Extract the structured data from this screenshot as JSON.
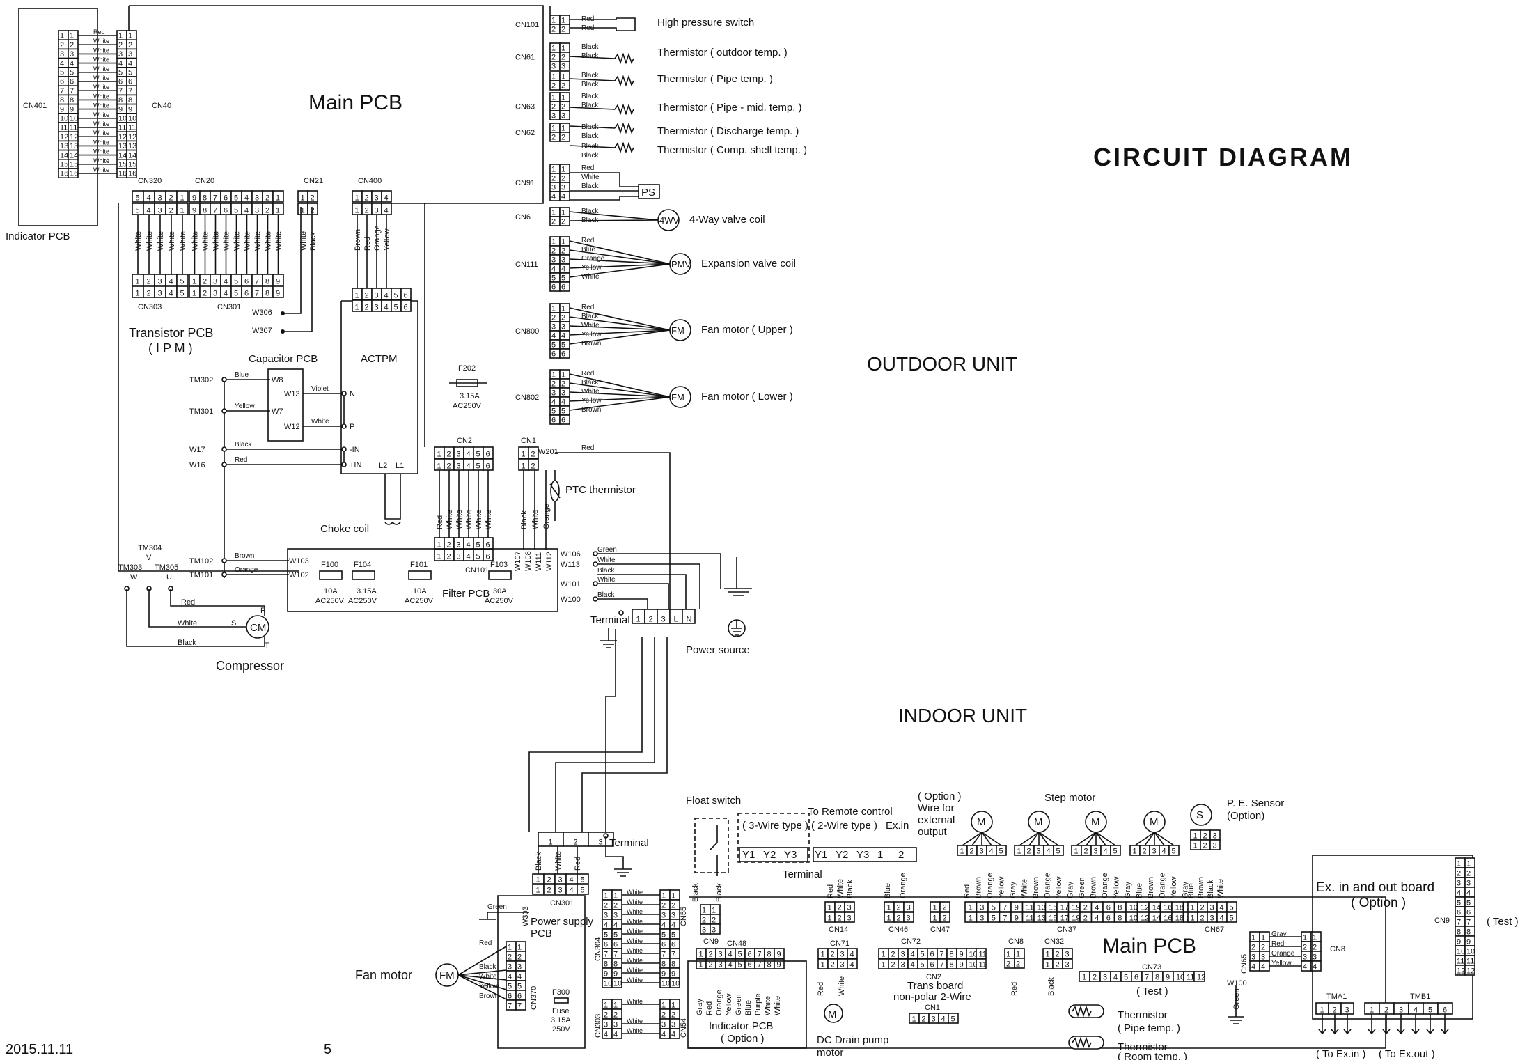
{
  "title": "CIRCUIT DIAGRAM",
  "sections": {
    "outdoor": "OUTDOOR UNIT",
    "indoor": "INDOOR UNIT"
  },
  "footer": {
    "date": "2015.11.11",
    "page": "5"
  },
  "outdoor": {
    "main_pcb": "Main PCB",
    "indicator_pcb": "Indicator PCB",
    "cn401": "CN401",
    "cn40": "CN40",
    "cn40_wires": [
      "Red",
      "White",
      "White",
      "White",
      "White",
      "White",
      "White",
      "White",
      "White",
      "White",
      "White",
      "White",
      "White",
      "White",
      "White",
      "White"
    ],
    "connectors_top": [
      {
        "name": "CN320",
        "pins": [
          "5",
          "4",
          "3",
          "2",
          "1"
        ]
      },
      {
        "name": "CN20",
        "pins": [
          "9",
          "8",
          "7",
          "6",
          "5",
          "4",
          "3",
          "2",
          "1"
        ]
      },
      {
        "name": "CN21",
        "pins": [
          "1",
          "2"
        ]
      },
      {
        "name": "CN400",
        "pins": [
          "1",
          "2",
          "3",
          "4"
        ]
      }
    ],
    "cn320_wires": [
      "White",
      "White",
      "White",
      "White",
      "White"
    ],
    "cn20_wires": [
      "White",
      "White",
      "White",
      "White",
      "White",
      "White",
      "White",
      "White",
      "White"
    ],
    "cn21_wires": [
      "White",
      "Black"
    ],
    "cn400_wires": [
      "Brown",
      "Red",
      "Orange",
      "Yellow"
    ],
    "transistor_pcb": [
      "Transistor PCB",
      "( I P M )"
    ],
    "cn303": "CN303",
    "cn301": "CN301",
    "w306": "W306",
    "w307": "W307",
    "capacitor_pcb": "Capacitor PCB",
    "actpm": "ACTPM",
    "terminals_left": [
      "TM302",
      "TM301",
      "W17",
      "W16",
      "TM102",
      "TM101"
    ],
    "cap_terms": [
      "W8",
      "W13",
      "W7",
      "W12"
    ],
    "actpm_terms": [
      "N",
      "P",
      "-IN",
      "+IN"
    ],
    "wire_blue": "Blue",
    "wire_yellow": "Yellow",
    "wire_violet": "Violet",
    "wire_white": "White",
    "wire_black": "Black",
    "wire_red": "Red",
    "wire_brown": "Brown",
    "wire_orange": "Orange",
    "wire_green": "Green",
    "choke": "Choke coil",
    "l2": "L2",
    "l1": "L1",
    "f202": [
      "F202",
      "3.15A",
      "AC250V"
    ],
    "cn2": "CN2",
    "cn1": "CN1",
    "cn101": "CN101",
    "w201": "W201",
    "ptc": "PTC thermistor",
    "filter_pcb": "Filter PCB",
    "fuses": [
      {
        "name": "F100",
        "rating": "10A",
        "volt": "AC250V"
      },
      {
        "name": "F104",
        "rating": "3.15A",
        "volt": "AC250V"
      },
      {
        "name": "F101",
        "rating": "10A",
        "volt": "AC250V"
      },
      {
        "name": "F103",
        "rating": "30A",
        "volt": "AC250V"
      }
    ],
    "w_terms": [
      "W103",
      "W102",
      "W107",
      "W108",
      "W111",
      "W112",
      "W106",
      "W113",
      "W101",
      "W100"
    ],
    "tm_uvw": [
      "TM304",
      "V",
      "TM303",
      "TM305",
      "W",
      "U"
    ],
    "compressor": "Compressor",
    "cm": "CM",
    "rst": [
      "R",
      "S",
      "T"
    ],
    "terminal": "Terminal",
    "term_pins": [
      "1",
      "2",
      "3",
      "L",
      "N"
    ],
    "power_source": "Power source",
    "right_connectors": [
      {
        "name": "CN101",
        "label": "High pressure switch",
        "wires": [
          "Red",
          "Red"
        ]
      },
      {
        "name": "CN61",
        "label": "Thermistor ( outdoor temp. )",
        "wires": [
          "Black",
          "Black"
        ]
      },
      {
        "name": "",
        "label": "Thermistor ( Pipe temp. )",
        "wires": [
          "Black",
          "Black"
        ]
      },
      {
        "name": "CN63",
        "label": "Thermistor ( Pipe - mid. temp. )",
        "wires": [
          "Black",
          "Black"
        ]
      },
      {
        "name": "CN62",
        "label": "Thermistor ( Discharge temp. )",
        "wires": [
          "Black",
          "Black"
        ]
      },
      {
        "name": "",
        "label": "Thermistor ( Comp. shell temp. )",
        "wires": [
          "Black",
          "Black"
        ]
      },
      {
        "name": "CN91",
        "label": "PS",
        "wires": [
          "Red",
          "White",
          "Black"
        ]
      },
      {
        "name": "CN6",
        "label": "4-Way valve coil",
        "sym": "4WV",
        "wires": [
          "Black",
          "Black"
        ]
      },
      {
        "name": "CN111",
        "label": "Expansion valve coil",
        "sym": "PMV",
        "wires": [
          "Red",
          "Blue",
          "Orange",
          "Yellow",
          "White"
        ]
      },
      {
        "name": "CN800",
        "label": "Fan motor ( Upper )",
        "sym": "FM",
        "wires": [
          "Red",
          "Black",
          "White",
          "Yellow",
          "Brown"
        ]
      },
      {
        "name": "CN802",
        "label": "Fan motor ( Lower )",
        "sym": "FM",
        "wires": [
          "Red",
          "Black",
          "White",
          "Yellow",
          "Brown"
        ]
      }
    ]
  },
  "indoor": {
    "main_pcb": "Main PCB",
    "power_pcb": [
      "Power supply",
      "PCB"
    ],
    "fan_motor": "Fan motor",
    "fm": "FM",
    "cn370": "CN370",
    "cn301": "CN301",
    "cn304": "CN304",
    "cn303": "CN303",
    "cn55": "CN55",
    "cn54": "CN54",
    "w303": "W303",
    "fuse": [
      "F300",
      "Fuse",
      "3.15A",
      "250V"
    ],
    "terminal": "Terminal",
    "term_pins": [
      "1",
      "2",
      "3"
    ],
    "float_switch": "Float switch",
    "wire3": "( 3-Wire type )",
    "wire2": "( 2-Wire type )",
    "to_remote": "To Remote control",
    "exin": "Ex.in",
    "y3": [
      "Y1",
      "Y2",
      "Y3"
    ],
    "y2": [
      "Y1",
      "Y2",
      "Y3",
      "1",
      "2"
    ],
    "option_wire": [
      "( Option )",
      "Wire for",
      "external",
      "output"
    ],
    "step_motor": "Step motor",
    "pe_sensor": [
      "P. E. Sensor",
      "(Option)"
    ],
    "cn9": "CN9",
    "cn48": "CN48",
    "cn14": "CN14",
    "cn71": "CN71",
    "cn46": "CN46",
    "cn47": "CN47",
    "cn72": "CN72",
    "cn8": "CN8",
    "cn32": "CN32",
    "cn37": "CN37",
    "cn67": "CN67",
    "cn65": "CN65",
    "cn73": "CN73",
    "w100": "W100",
    "test": "( Test )",
    "indicator": [
      "Indicator PCB",
      "( Option )"
    ],
    "drain": [
      "DC Drain pump",
      "motor"
    ],
    "trans": [
      "CN2",
      "Trans board",
      "non-polar 2-Wire",
      "CN1"
    ],
    "therm_pipe": [
      "Thermistor",
      "( Pipe temp. )"
    ],
    "therm_room": [
      "Thermistor",
      "( Room temp. )"
    ],
    "ex_board": [
      "Ex. in and out board",
      "( Option )"
    ],
    "cn9b": "CN9",
    "cn8b": "CN8",
    "test2": "( Test )",
    "tma1": "TMA1",
    "tmb1": "TMB1",
    "to_exin": "( To Ex.in )",
    "to_exout": "( To Ex.out )",
    "cn65_wires": [
      "Gray",
      "Red",
      "Orange",
      "Yellow"
    ]
  }
}
